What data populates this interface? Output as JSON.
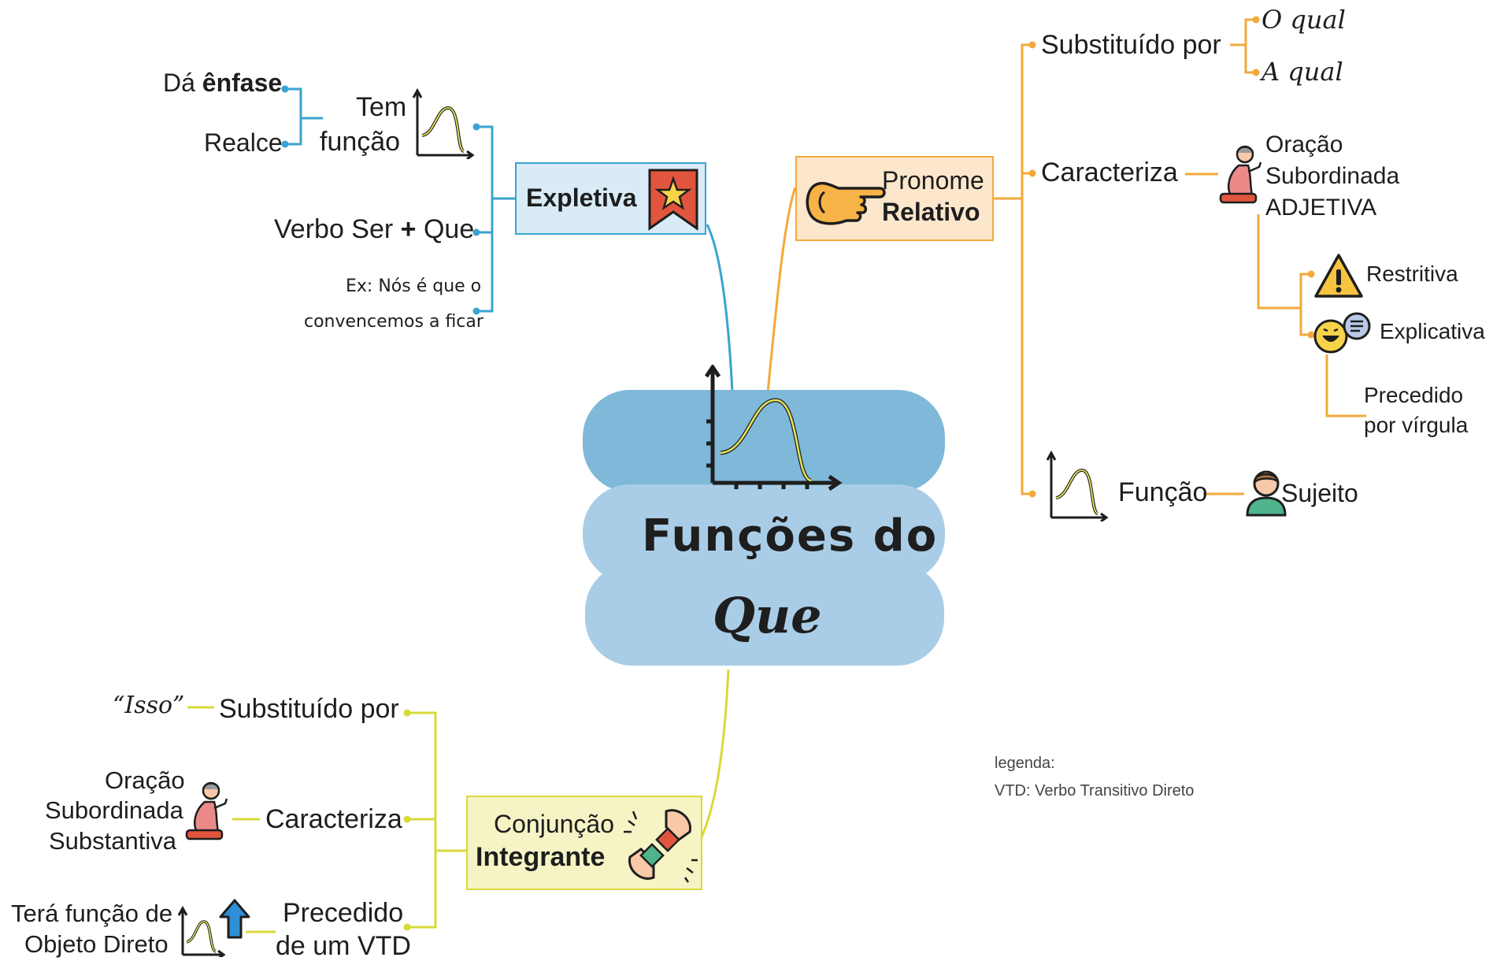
{
  "center": {
    "title_line1": "Funções do",
    "title_line2": "Que"
  },
  "expletiva": {
    "label": "Expletiva",
    "tem_funcao": [
      "Tem",
      "função"
    ],
    "da_enfase_prefix": "Dá ",
    "da_enfase_bold": "ênfase",
    "realce": "Realce",
    "verbo_ser": "Verbo Ser",
    "plus": "+",
    "que": "Que",
    "example": [
      "Ex: Nós é que o",
      "convencemos a ficar"
    ]
  },
  "pronome": {
    "label_line1": "Pronome",
    "label_line2": "Relativo",
    "substituido_por": "Substituído por",
    "o_qual": "O qual",
    "a_qual": "A qual",
    "caracteriza": "Caracteriza",
    "oracao": [
      "Oração",
      "Subordinada",
      "ADJETIVA"
    ],
    "restritiva": "Restritiva",
    "explicativa": "Explicativa",
    "precedido": [
      "Precedido",
      "por vírgula"
    ],
    "funcao": "Função",
    "sujeito": "Sujeito"
  },
  "conjuncao": {
    "label_line1": "Conjunção",
    "label_line2": "Integrante",
    "isso": "“Isso”",
    "substituido_por": "Substituído por",
    "oracao": [
      "Oração",
      "Subordinada",
      "Substantiva"
    ],
    "caracteriza": "Caracteriza",
    "tera_funcao": [
      "Terá função de",
      "Objeto Direto"
    ],
    "precedido": [
      "Precedido",
      "de um VTD"
    ]
  },
  "legend": {
    "title": "legenda:",
    "entry": "VTD: Verbo Transitivo Direto"
  },
  "colors": {
    "blue": "#3aa3cf",
    "orange": "#f3a83a",
    "yellow": "#d7d93a",
    "center_dark": "#7fb8d9",
    "center_light": "#a9cde6"
  }
}
